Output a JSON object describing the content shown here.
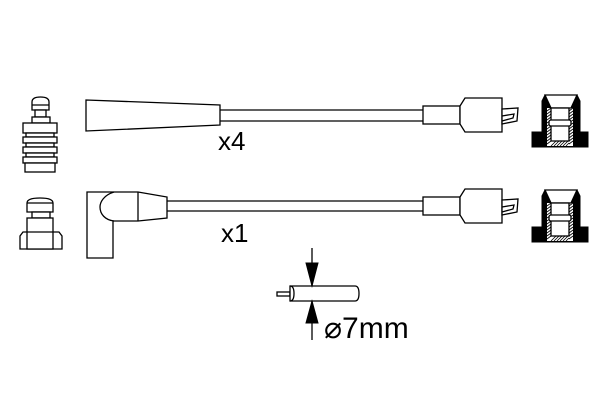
{
  "diagram": {
    "rows": [
      {
        "quantity_label": "x4",
        "boot_type": "straight"
      },
      {
        "quantity_label": "x1",
        "boot_type": "angled-90"
      }
    ],
    "cable_cross_section": {
      "diameter_label": "⌀7mm"
    }
  },
  "colors": {
    "line": "#000000",
    "background": "#ffffff"
  }
}
